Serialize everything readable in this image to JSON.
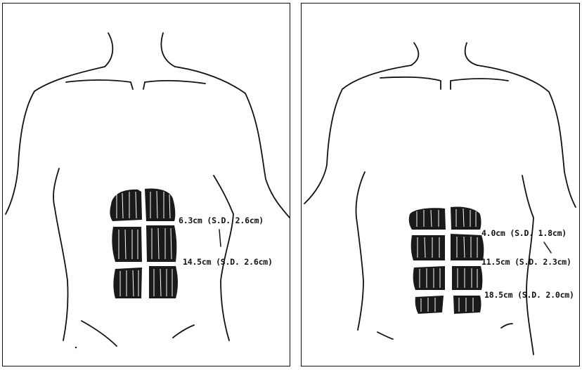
{
  "figure": {
    "panels": [
      {
        "id": "left",
        "labels": [
          "6.3cm (S.D. 2.6cm)",
          "14.5cm (S.D. 2.6cm)"
        ]
      },
      {
        "id": "right",
        "labels": [
          "4.0cm (S.D. 1.8cm)",
          "11.5cm (S.D. 2.3cm)",
          "18.5cm (S.D. 2.0cm)"
        ]
      }
    ],
    "colors": {
      "ink": "#111111",
      "background": "#ffffff"
    }
  }
}
